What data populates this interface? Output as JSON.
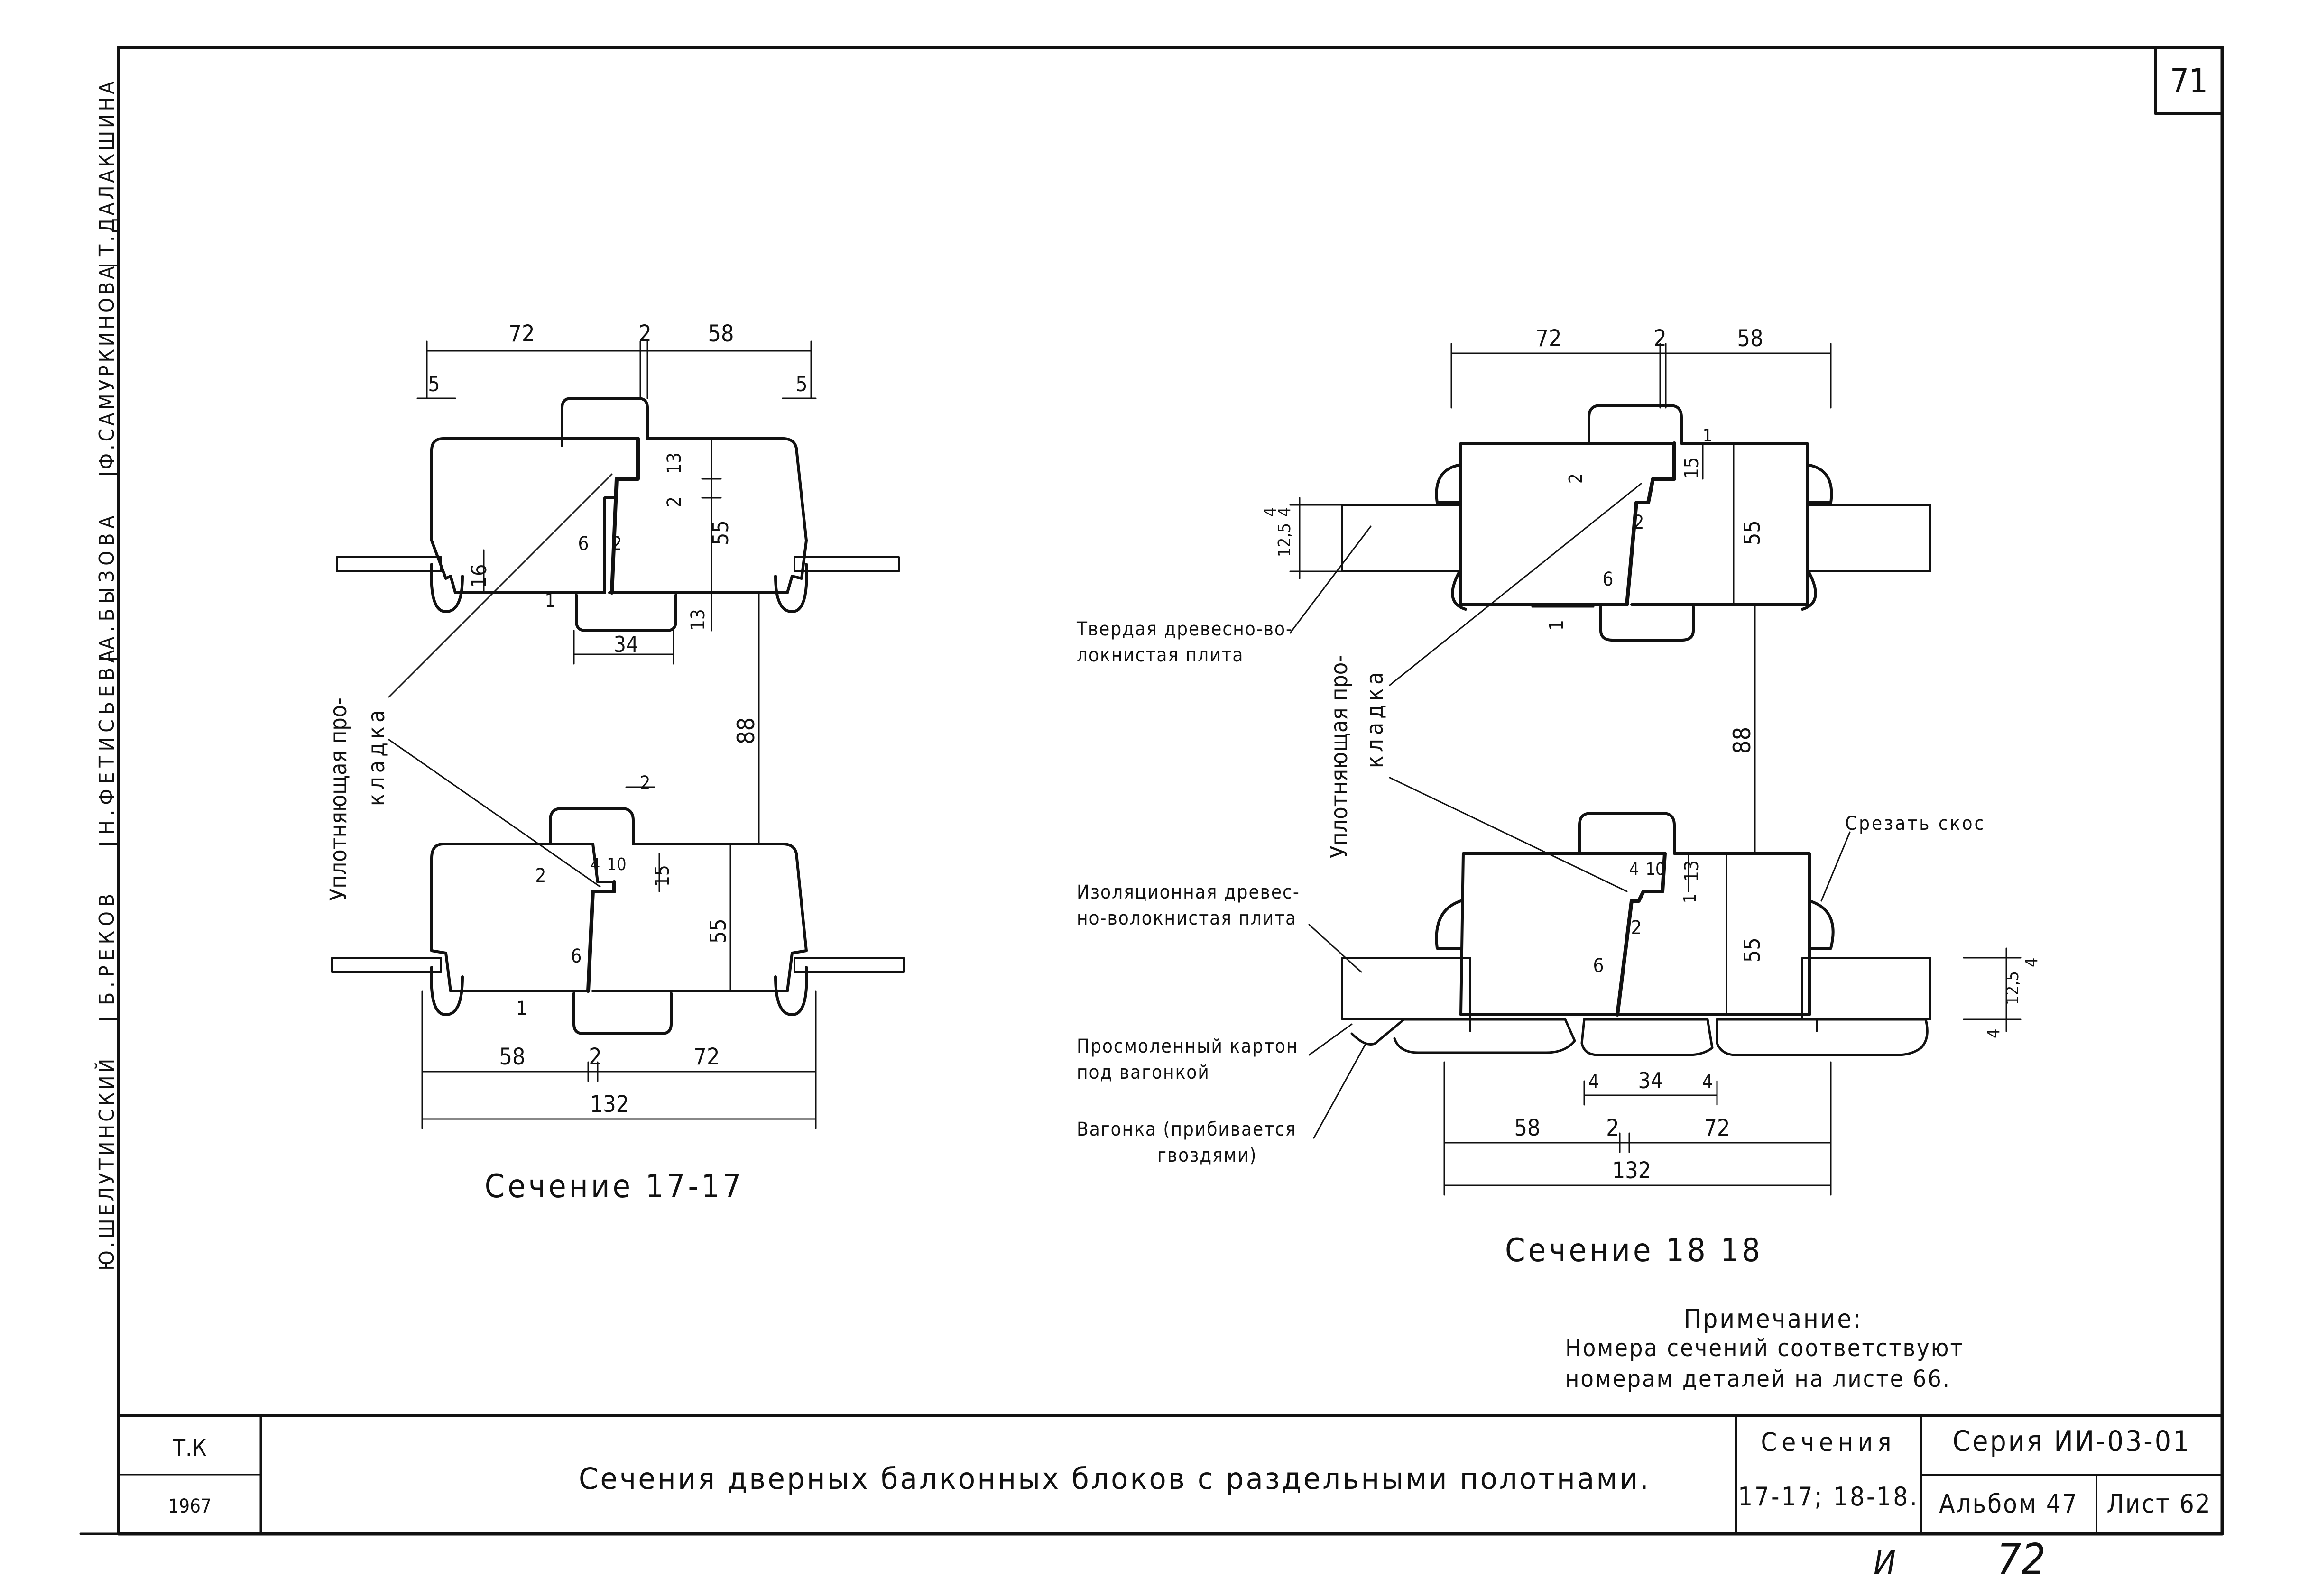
{
  "page_number": "71",
  "signatures": [
    "Ю.ШЕЛУТИНСКИЙ",
    "Б.РЕКОВ",
    "Н.ФЕТИСЬЕВА",
    "А.БЫЗОВА",
    "Ф.САМУРКИНОВА",
    "Т.ДАЛАКШИНА"
  ],
  "section_1717": {
    "title": "Сечение 17-17",
    "seal_label": "Уплотняющая про-\nкладка",
    "dims": {
      "top_left": "72",
      "top_mid": "2",
      "top_right": "58",
      "edge_left": "5",
      "edge_right": "5",
      "step_2": "2",
      "step_13": "13",
      "step_55": "55",
      "small_6": "6",
      "small_2": "2",
      "small_16": "16",
      "small_1": "1",
      "bottom_34": "34",
      "bottom_13": "13",
      "gap_88": "88",
      "lower_2": "2",
      "lower_4": "4",
      "lower_10": "10",
      "lower_15": "15",
      "lower_2b": "2",
      "lower_55": "55",
      "lower_6": "6",
      "lower_1": "1",
      "bot_58": "58",
      "bot_2": "2",
      "bot_72": "72",
      "bot_132": "132"
    }
  },
  "section_1818": {
    "title": "Сечение 18 18",
    "seal_label": "Уплотняющая про-\nкладка",
    "labels": {
      "hardboard": [
        "Твердая древесно-во-",
        "локнистая плита"
      ],
      "insulation": [
        "Изоляционная древес-",
        "но-волокнистая плита"
      ],
      "tar_paper": [
        "Просмоленный картон",
        "под вагонкой"
      ],
      "lining": [
        "Вагонка (прибивается",
        "гвоздями)"
      ],
      "bevel": "Срезать скос"
    },
    "dims": {
      "top_left": "72",
      "top_mid": "2",
      "top_right": "58",
      "left_4": "4",
      "left_125": "12,5",
      "left_4b": "4",
      "s_2": "2",
      "s_1": "1",
      "s_15": "15",
      "s_55": "55",
      "s_2b": "2",
      "s_6": "6",
      "s_1b": "1",
      "gap_88": "88",
      "l_4": "4",
      "l_10": "10",
      "l_1": "1",
      "l_13": "13",
      "l_2": "2",
      "l_6": "6",
      "l_55": "55",
      "r_4": "4",
      "r_125": "12,5",
      "r_4b": "4",
      "b_4": "4",
      "b_34": "34",
      "b_4b": "4",
      "bot_58": "58",
      "bot_2": "2",
      "bot_72": "72",
      "bot_132": "132"
    }
  },
  "note": {
    "heading": "Примечание:",
    "lines": [
      "Номера сечений соответствуют",
      "номерам деталей на листе 66."
    ]
  },
  "title_block": {
    "stamp_top": "Т.К",
    "stamp_bottom": "1967",
    "main_title": "Сечения дверных балконных блоков с раздельными полотнами.",
    "sections_label": "Сечения",
    "sections_value": "17-17; 18-18.",
    "series": "Серия ИИ-03-01",
    "album": "Альбом 47",
    "sheet": "Лист 62"
  },
  "footer_handwritten": [
    "И",
    "72"
  ]
}
